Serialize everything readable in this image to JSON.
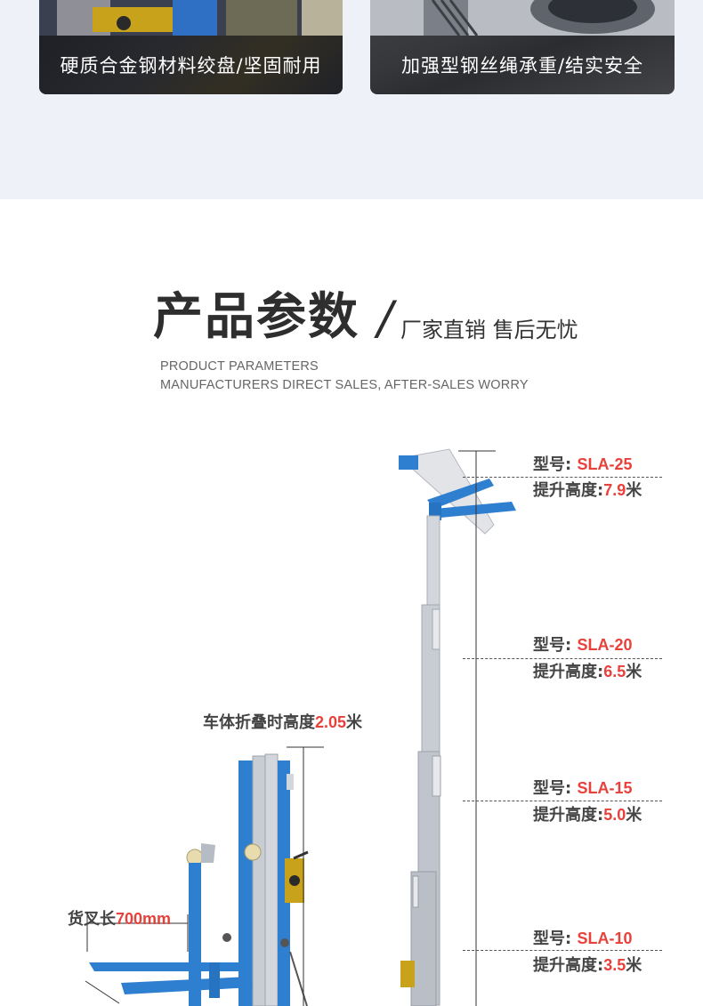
{
  "features": [
    {
      "caption": "硬质合金钢材料绞盘/坚固耐用"
    },
    {
      "caption": "加强型钢丝绳承重/结实安全"
    }
  ],
  "section": {
    "title": "产品参数",
    "slash": "/",
    "subtitle": "厂家直销 售后无忧",
    "en_line1": "PRODUCT PARAMETERS",
    "en_line2": "MANUFACTURERS DIRECT SALES, AFTER-SALES WORRY"
  },
  "folded": {
    "label": "车体折叠时高度",
    "value": "2.05",
    "unit": "米"
  },
  "fork": {
    "label": "货叉长",
    "value": "700mm"
  },
  "models": [
    {
      "model_label": "型号:",
      "model": "SLA-25",
      "height_label": "提升高度:",
      "height": "7.9",
      "unit": "米"
    },
    {
      "model_label": "型号:",
      "model": "SLA-20",
      "height_label": "提升高度:",
      "height": "6.5",
      "unit": "米"
    },
    {
      "model_label": "型号:",
      "model": "SLA-15",
      "height_label": "提升高度:",
      "height": "5.0",
      "unit": "米"
    },
    {
      "model_label": "型号:",
      "model": "SLA-10",
      "height_label": "提升高度:",
      "height": "3.5",
      "unit": "米"
    }
  ],
  "colors": {
    "accent_red": "#e8413b",
    "lift_blue": "#2f7fd0",
    "mast_silver": "#c8ccd3"
  }
}
